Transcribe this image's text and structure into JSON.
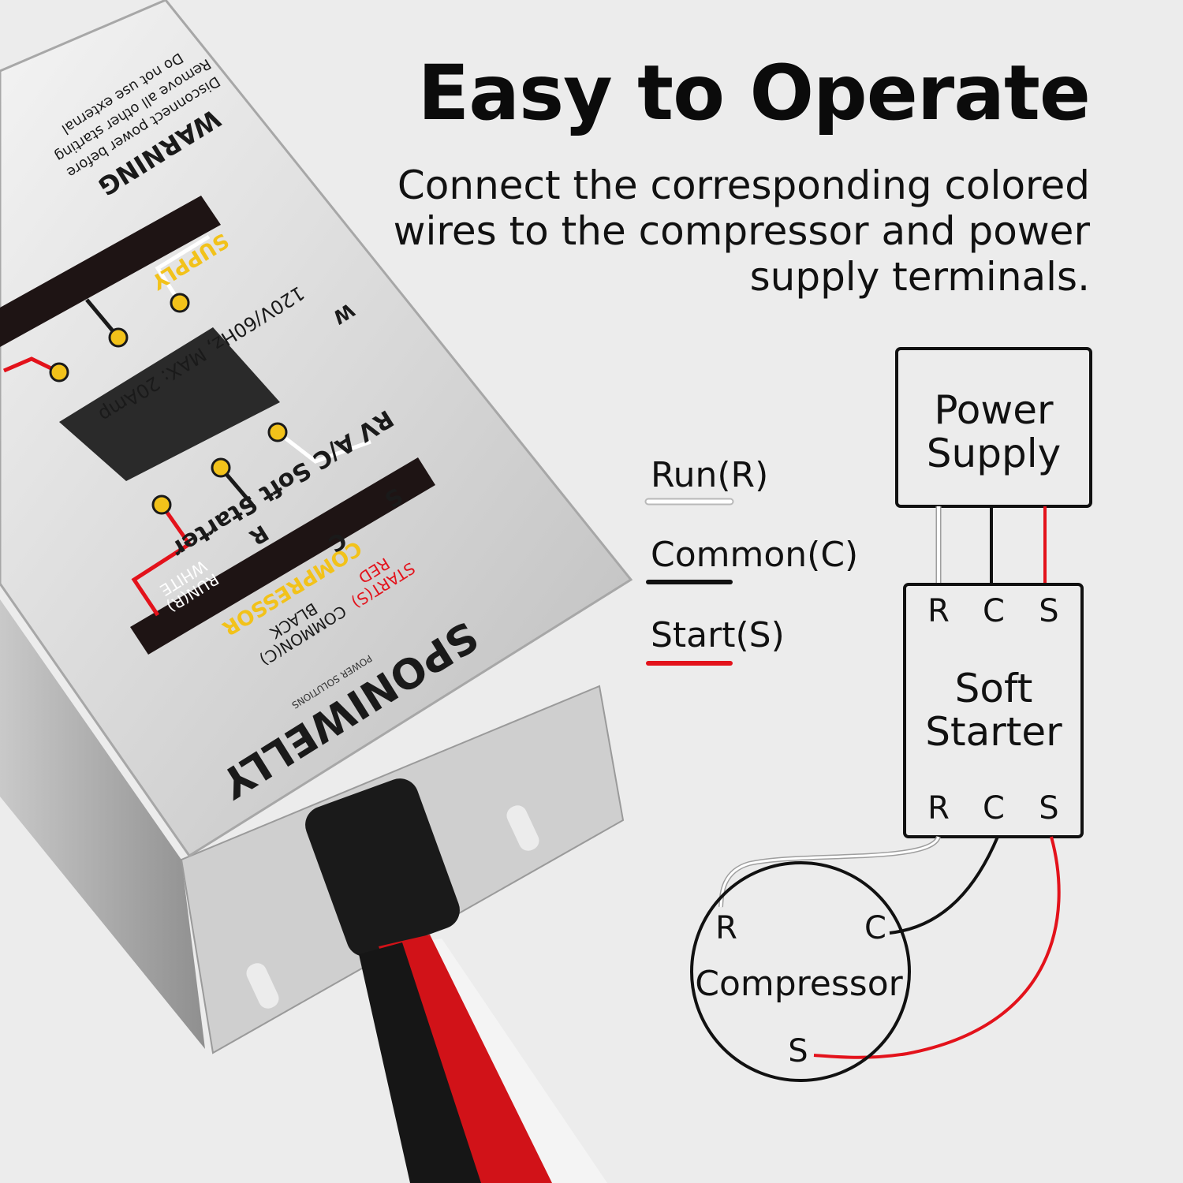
{
  "headline": "Easy to Operate",
  "subheadline": "Connect the corresponding colored wires to the compressor and power supply terminals.",
  "colors": {
    "background": "#ececec",
    "run_wire": "#ffffff",
    "common_wire": "#111111",
    "start_wire": "#e3121b",
    "label_yellow": "#f2c21a",
    "brand_red": "#e3121b"
  },
  "legend": [
    {
      "label": "Run(R)",
      "color": "#ffffff"
    },
    {
      "label": "Common(C)",
      "color": "#111111"
    },
    {
      "label": "Start(S)",
      "color": "#e3121b"
    }
  ],
  "diagram": {
    "power_supply": {
      "line1": "Power",
      "line2": "Supply"
    },
    "soft_starter": {
      "line1": "Soft",
      "line2": "Starter",
      "top_terminals": [
        "R",
        "C",
        "S"
      ],
      "bottom_terminals": [
        "R",
        "C",
        "S"
      ]
    },
    "compressor": {
      "label": "Compressor",
      "terminals": [
        "R",
        "C",
        "S"
      ]
    }
  },
  "device": {
    "brand": "SPONIWELLY",
    "brand_tagline": "POWER SOLUTIONS",
    "product_name": "RV A/C Soft Starter",
    "rating": "120V/60Hz, MAX: 20Amp",
    "supply_label": "SUPPLY",
    "compressor_label": "COMPRESSOR",
    "warning_title": "WARNING",
    "warning_lines": [
      "Disconnect power before",
      "Remove all other starting",
      "Do not use external"
    ],
    "terminal_letters": {
      "start": "S",
      "common": "C",
      "run": "R"
    },
    "wire_labels": {
      "run": [
        "RUN(R)",
        "WHITE"
      ],
      "common": [
        "COMMON(C)",
        "BLACK"
      ],
      "start": [
        "START(S)",
        "RED"
      ]
    },
    "power_suffix": "W"
  }
}
